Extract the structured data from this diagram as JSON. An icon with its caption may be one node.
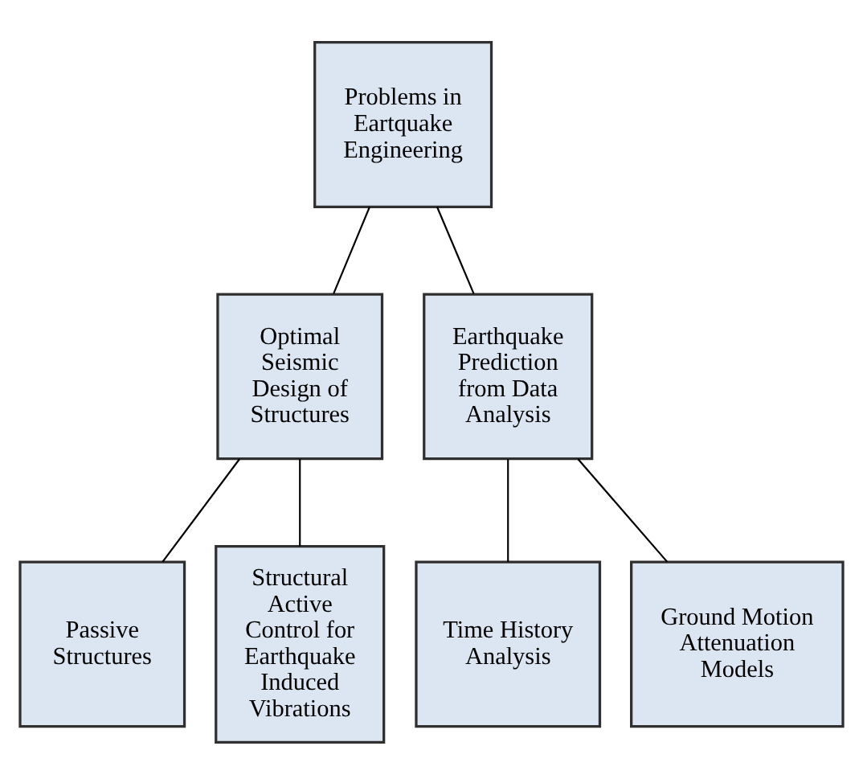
{
  "diagram": {
    "nodes": [
      {
        "text": [
          "Problems in Eartquake Engineering"
        ]
      },
      {
        "text": [
          "Optimal Seismic Design of Structures"
        ]
      },
      {
        "text": [
          "Earthquake Prediction from Data Analysis"
        ]
      },
      {
        "text": [
          "Passive Structures"
        ]
      },
      {
        "text": [
          "Structural Active Control for Earthquake Induced Vibrations"
        ]
      },
      {
        "text": [
          "Time History Analysis"
        ]
      },
      {
        "text": [
          "Ground Motion Attenuation Models"
        ]
      }
    ],
    "edges": [
      {
        "from": 0,
        "to": 1,
        "arrow": "none"
      },
      {
        "from": 0,
        "to": 2,
        "arrow": "none"
      },
      {
        "from": 1,
        "to": 3,
        "arrow": "none"
      },
      {
        "from": 1,
        "to": 4,
        "arrow": "none"
      },
      {
        "from": 2,
        "to": 5,
        "arrow": "none"
      },
      {
        "from": 2,
        "to": 6,
        "arrow": "none"
      }
    ]
  }
}
